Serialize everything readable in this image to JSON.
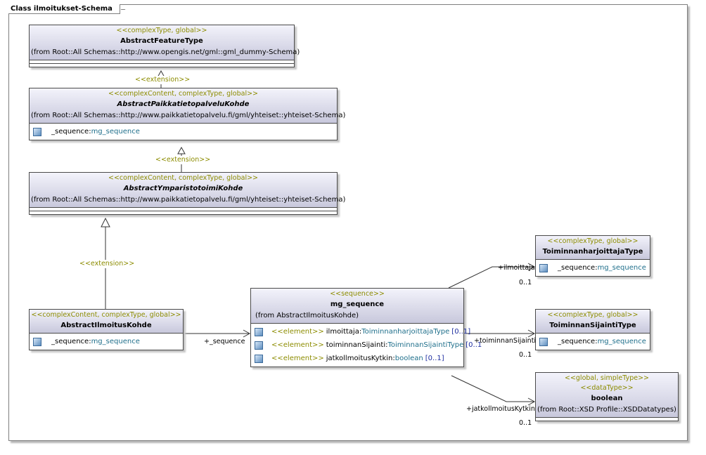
{
  "frame": {
    "title": "Class ilmoitukset-Schema"
  },
  "classes": {
    "abstract_feature": {
      "stereotype": "<<complexType, global>>",
      "name": "AbstractFeatureType",
      "from": "(from Root::All Schemas::http://www.opengis.net/gml::gml_dummy-Schema)"
    },
    "paikkatieto": {
      "stereotype": "<<complexContent, complexType, global>>",
      "name": "AbstractPaikkatietopalveluKohde",
      "from": "(from Root::All Schemas::http://www.paikkatietopalvelu.fi/gml/yhteiset::yhteiset-Schema)",
      "attr_name": "_sequence:",
      "attr_type": "mg_sequence"
    },
    "ymparisto": {
      "stereotype": "<<complexContent, complexType, global>>",
      "name": "AbstractYmparistotoimiKohde",
      "from": "(from Root::All Schemas::http://www.paikkatietopalvelu.fi/gml/yhteiset::yhteiset-Schema)"
    },
    "ilmoitus": {
      "stereotype": "<<complexContent, complexType, global>>",
      "name": "AbstractIlmoitusKohde",
      "attr_name": "_sequence:",
      "attr_type": "mg_sequence"
    },
    "mg_sequence": {
      "stereotype": "<<sequence>>",
      "name": "mg_sequence",
      "from": "(from AbstractIlmoitusKohde)",
      "elements": [
        {
          "kw": "<<element>>",
          "name": "ilmoittaja:",
          "type": "ToiminnanharjoittajaType",
          "mult": "[0..1]"
        },
        {
          "kw": "<<element>>",
          "name": "toiminnanSijainti:",
          "type": "ToiminnanSijaintiType",
          "mult": "[0..1"
        },
        {
          "kw": "<<element>>",
          "name": "jatkollmoitusKytkin:",
          "type": "boolean",
          "mult": "[0..1]"
        }
      ]
    },
    "harjoittaja": {
      "stereotype": "<<complexType, global>>",
      "name": "ToiminnanharjoittajaType",
      "attr_name": "_sequence:",
      "attr_type": "mg_sequence"
    },
    "sijainti": {
      "stereotype": "<<complexType, global>>",
      "name": "ToiminnanSijaintiType",
      "attr_name": "_sequence:",
      "attr_type": "mg_sequence"
    },
    "boolean": {
      "stereotype": "<<global, simpleType>>",
      "stereotype2": "<<dataType>>",
      "name": "boolean",
      "from": "(from Root::XSD Profile::XSDDatatypes)"
    }
  },
  "labels": {
    "extension": "<<extension>>",
    "seq_role": "+_sequence",
    "ilmoittaja_role": "+ilmoittaja",
    "ilmoittaja_mult": "0..1",
    "sijainti_role": "+toiminnanSijainti",
    "sijainti_mult": "0..1",
    "kytkin_role": "+jatkollmoitusKytkin",
    "kytkin_mult": "0..1"
  }
}
